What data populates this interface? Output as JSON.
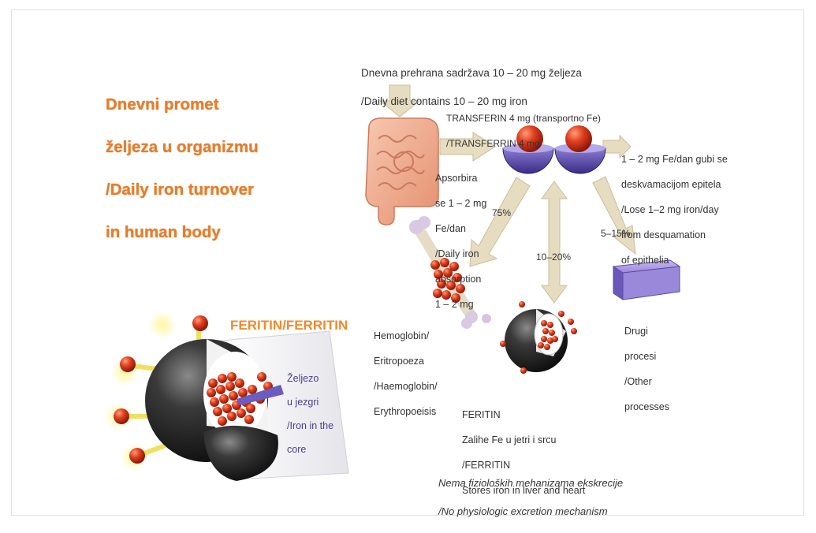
{
  "title": {
    "lines": [
      "Dnevni promet",
      "željeza u organizmu",
      "/Daily iron turnover",
      "in human body"
    ]
  },
  "diet": {
    "lines": [
      "Dnevna prehrana sadržava 10 – 20 mg željeza",
      "/Daily diet contains 10 – 20 mg iron"
    ]
  },
  "transferrin": {
    "lines": [
      "TRANSFERIN 4 mg (transportno Fe)",
      "/TRANSFERRIN 4 mg"
    ]
  },
  "loss": {
    "lines": [
      "1 – 2 mg Fe/dan gubi se",
      "deskvamacijom epitela",
      "/Lose 1–2 mg iron/day",
      "from desquamation",
      "of epithelia"
    ]
  },
  "absorption": {
    "lines": [
      "Apsorbira",
      "se 1 – 2 mg",
      "Fe/dan",
      "/Daily iron",
      "absorption",
      "1 – 2 mg"
    ]
  },
  "percentages": {
    "hemoglobin": "75%",
    "ferritin": "10–20%",
    "other": "5–15%"
  },
  "hemoglobin": {
    "lines": [
      "Hemoglobin/",
      "Eritropoeza",
      "/Haemoglobin/",
      "Erythropoeisis"
    ]
  },
  "other": {
    "lines": [
      "Drugi",
      "procesi",
      "/Other",
      "processes"
    ]
  },
  "ferritin_label": "FERITIN/FERRITIN",
  "core": {
    "lines": [
      "Željezo",
      "u jezgri",
      "/Iron in the",
      "core"
    ]
  },
  "stores": {
    "lines": [
      "FERITIN",
      "Zalihe Fe u jetri i srcu",
      "/FERRITIN",
      "Stores iron in liver and heart"
    ]
  },
  "excretion": {
    "lines": [
      "Nema fizioloških mehanizama ekskrecije",
      "/No physiologic excretion mechanism"
    ]
  },
  "icons": [
    "intestine-icon",
    "transferrin-molecule-icon",
    "bone-marrow-icon",
    "ferritin-sphere-icon",
    "other-processes-box-icon"
  ],
  "colors": {
    "title": "#e77d2a",
    "arrow": "#e6dcc0",
    "iron": "#d23a1e",
    "shell": "#2a2a2a",
    "transferrin_cup": "#5a4aa6",
    "core_text": "#4a3c96"
  }
}
